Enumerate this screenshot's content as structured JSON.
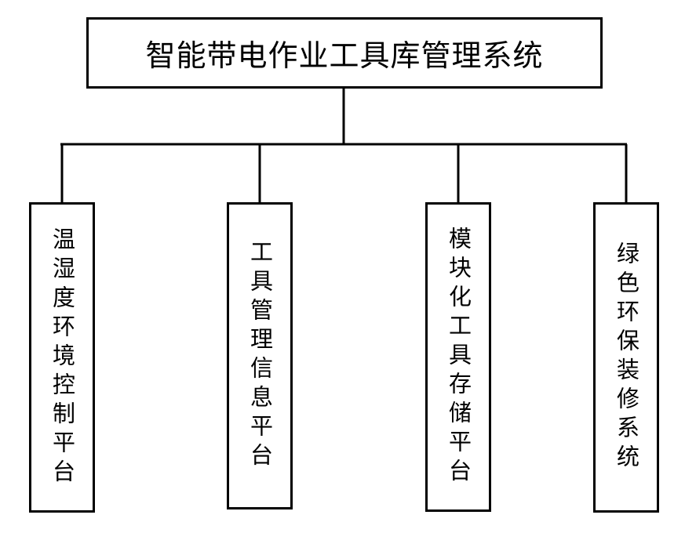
{
  "root": {
    "label": "智能带电作业工具库管理系统"
  },
  "children": [
    {
      "label": "温湿度环境控制平台"
    },
    {
      "label": "工具管理信息平台"
    },
    {
      "label": "模块化工具存储平台"
    },
    {
      "label": "绿色环保装修系统"
    }
  ]
}
